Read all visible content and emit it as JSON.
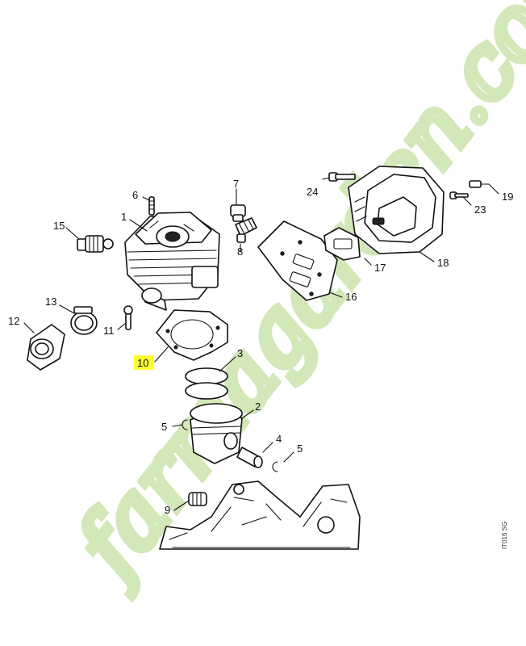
{
  "callouts": [
    {
      "id": "p1",
      "label": "1"
    },
    {
      "id": "p2",
      "label": "2"
    },
    {
      "id": "p3",
      "label": "3"
    },
    {
      "id": "p4",
      "label": "4"
    },
    {
      "id": "p5a",
      "label": "5"
    },
    {
      "id": "p5b",
      "label": "5"
    },
    {
      "id": "p6",
      "label": "6"
    },
    {
      "id": "p7",
      "label": "7"
    },
    {
      "id": "p8",
      "label": "8"
    },
    {
      "id": "p9",
      "label": "9"
    },
    {
      "id": "p10",
      "label": "10"
    },
    {
      "id": "p11",
      "label": "11"
    },
    {
      "id": "p12",
      "label": "12"
    },
    {
      "id": "p13",
      "label": "13"
    },
    {
      "id": "p15",
      "label": "15"
    },
    {
      "id": "p16",
      "label": "16"
    },
    {
      "id": "p17",
      "label": "17"
    },
    {
      "id": "p18",
      "label": "18"
    },
    {
      "id": "p19",
      "label": "19"
    },
    {
      "id": "p23",
      "label": "23"
    },
    {
      "id": "p24",
      "label": "24"
    }
  ],
  "highlight": {
    "label": "10",
    "color": "#ffff33"
  },
  "reference_code": "IT016 SG",
  "watermark": {
    "text": "farmagarden.com",
    "color": "#c5e2a4"
  }
}
